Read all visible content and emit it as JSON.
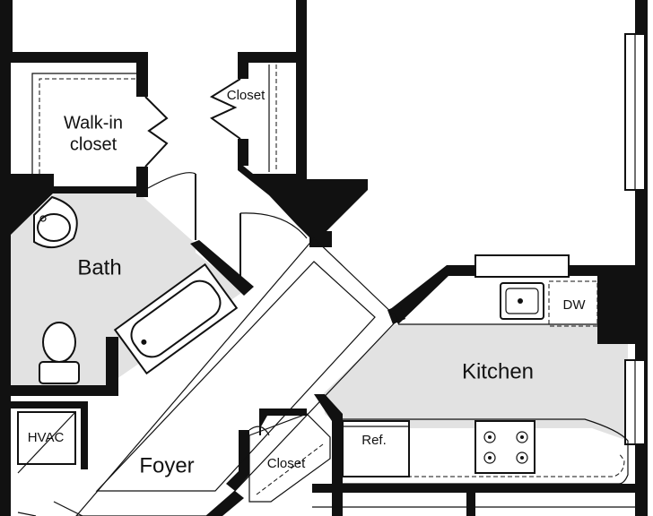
{
  "rooms": {
    "walk_in_closet": {
      "line1": "Walk-in",
      "line2": "closet"
    },
    "closet_upper": "Closet",
    "bath": "Bath",
    "hvac": "HVAC",
    "kitchen": "Kitchen",
    "foyer": "Foyer",
    "closet_lower": "Closet",
    "ref": "Ref.",
    "dw": "DW"
  },
  "colors": {
    "wall": "#111111",
    "wet_floor": "#e2e2e2",
    "background": "#ffffff"
  }
}
